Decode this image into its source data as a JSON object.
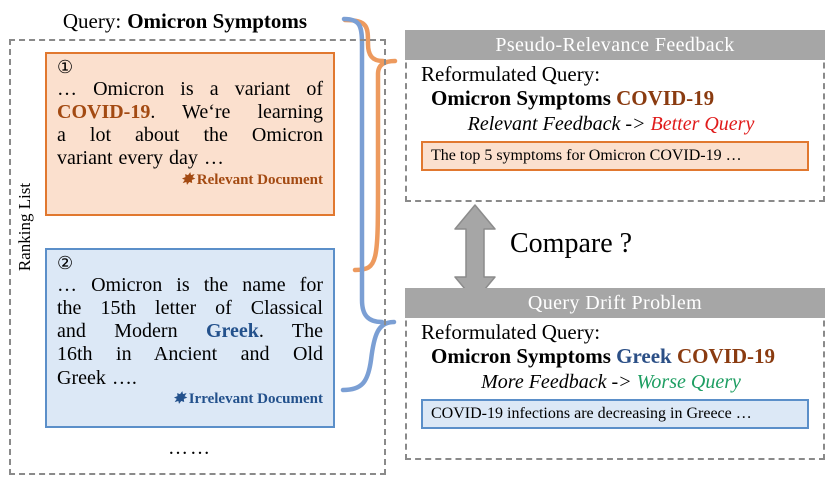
{
  "query": {
    "label": "Query:",
    "value": "Omicron Symptoms"
  },
  "ranking_list": {
    "side_label": "Ranking List",
    "ellipsis": "……",
    "documents": [
      {
        "number": "①",
        "icon": "slashed-eye-icon",
        "footer": "Relevant Document",
        "lines": [
          "… Omicron is a variant of",
          "COVID-19. We‘re learning",
          "a lot about the Omicron",
          "variant every day …"
        ],
        "highlight": "COVID-19",
        "border_color": "#E1782F",
        "fill_color": "#FBE0CE",
        "text_color": "#A34A12"
      },
      {
        "number": "②",
        "icon": "slashed-eye-icon",
        "footer": "Irrelevant Document",
        "lines": [
          "… Omicron is the name for",
          "the 15th letter of Classical",
          "and Modern Greek. The",
          "16th in Ancient and Old",
          "Greek …."
        ],
        "highlight": "Greek",
        "border_color": "#5B8FC9",
        "fill_color": "#DCE8F6",
        "text_color": "#23518C"
      }
    ]
  },
  "panels": [
    {
      "header": "Pseudo-Relevance Feedback",
      "reformulated_label": "Reformulated Query:",
      "query_base": "Omicron Symptoms",
      "query_terms": [
        {
          "text": "COVID-19",
          "color": "#8A3B10"
        }
      ],
      "note_prefix": "Relevant Feedback -> ",
      "note_emphasis": "Better Query",
      "note_emphasis_color": "#E01B1B",
      "result": "The top 5 symptoms for Omicron COVID-19 …"
    },
    {
      "header": "Query Drift Problem",
      "reformulated_label": "Reformulated Query:",
      "query_base": "Omicron Symptoms",
      "query_terms": [
        {
          "text": "Greek",
          "color": "#2B4F86"
        },
        {
          "text": "COVID-19",
          "color": "#8A3B10"
        }
      ],
      "note_prefix": "More Feedback -> ",
      "note_emphasis": "Worse Query",
      "note_emphasis_color": "#1E9E62",
      "result": "COVID-19 infections are decreasing in Greece …"
    }
  ],
  "compare": {
    "label": "Compare ?",
    "arrow_icon": "double-headed-vertical-arrow-icon",
    "arrow_color": "#A6A6A6"
  },
  "connectors": {
    "relevant_brace_color": "#ED9A5E",
    "irrelevant_brace_color": "#7B9FD4"
  }
}
